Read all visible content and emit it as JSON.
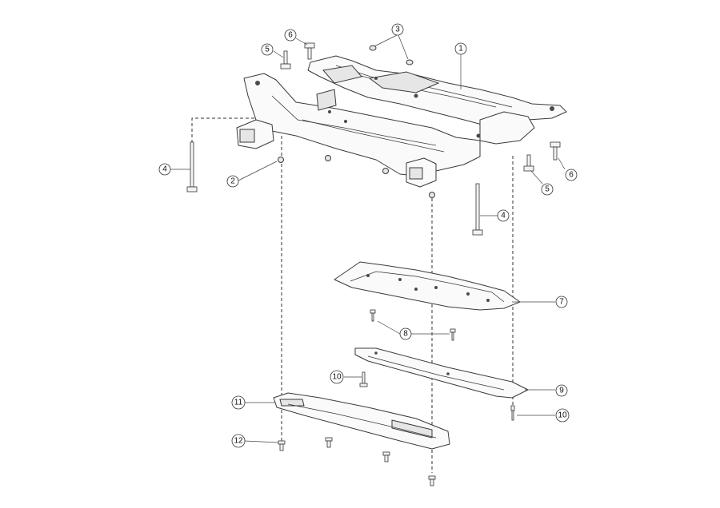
{
  "callouts": [
    {
      "id": "c1",
      "label": "1"
    },
    {
      "id": "c2",
      "label": "2"
    },
    {
      "id": "c3",
      "label": "3"
    },
    {
      "id": "c4a",
      "label": "4"
    },
    {
      "id": "c4b",
      "label": "4"
    },
    {
      "id": "c5a",
      "label": "5"
    },
    {
      "id": "c5b",
      "label": "5"
    },
    {
      "id": "c6a",
      "label": "6"
    },
    {
      "id": "c6b",
      "label": "6"
    },
    {
      "id": "c7",
      "label": "7"
    },
    {
      "id": "c8",
      "label": "8"
    },
    {
      "id": "c9",
      "label": "9"
    },
    {
      "id": "c10a",
      "label": "10"
    },
    {
      "id": "c10b",
      "label": "10"
    },
    {
      "id": "c11",
      "label": "11"
    },
    {
      "id": "c12",
      "label": "12"
    }
  ]
}
